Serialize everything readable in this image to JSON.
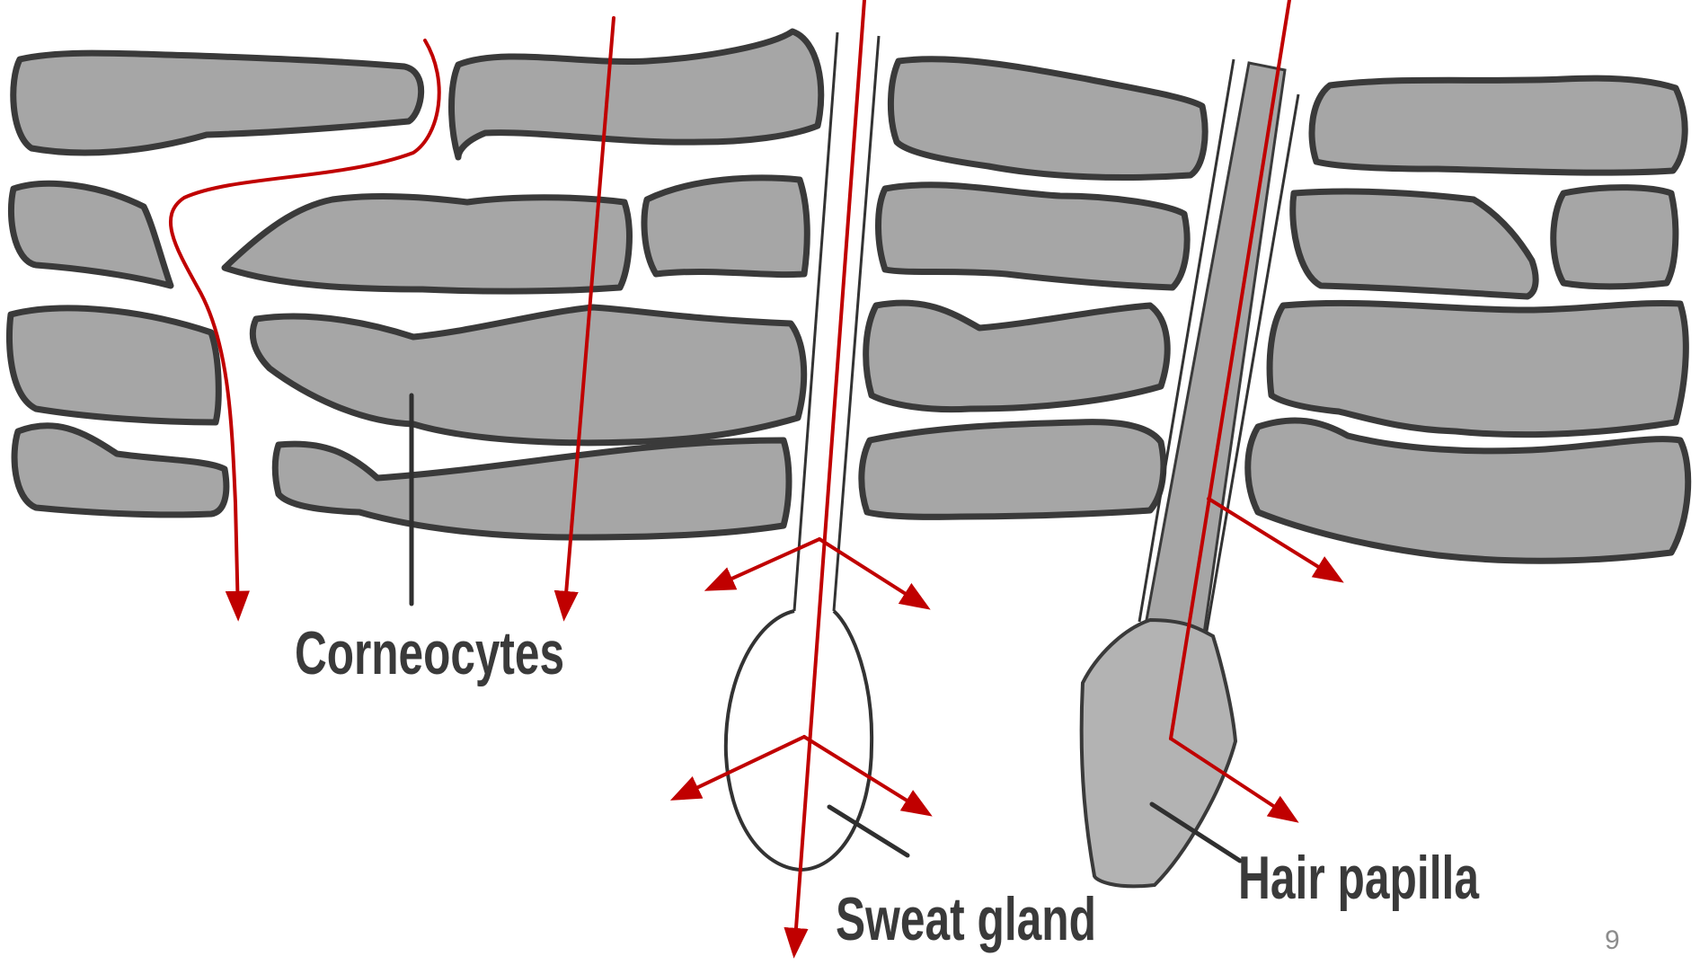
{
  "labels": {
    "corneocytes": "Corneocytes",
    "sweat_gland": "Sweat gland",
    "hair_papilla": "Hair papilla"
  },
  "page_number": "9",
  "colors": {
    "cell_fill": "#a6a6a6",
    "cell_stroke": "#3a3a3a",
    "pathway": "#c00000",
    "label_text": "#3a3a3a",
    "page_number_text": "#8c8c8c"
  }
}
